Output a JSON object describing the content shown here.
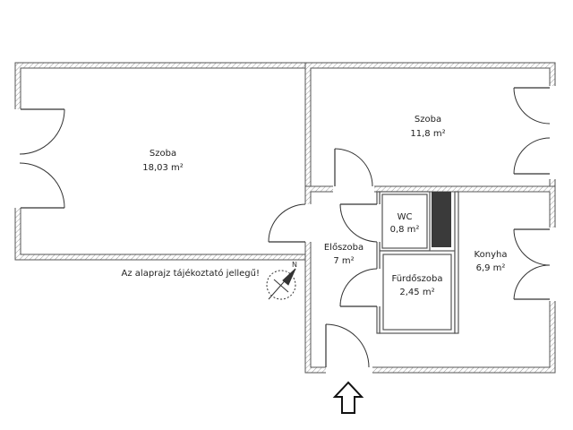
{
  "rooms": {
    "szoba_left": {
      "name": "Szoba",
      "area": "18,03 m²"
    },
    "szoba_right": {
      "name": "Szoba",
      "area": "11,8 m²"
    },
    "wc": {
      "name": "WC",
      "area": "0,8 m²"
    },
    "eloszoba": {
      "name": "Előszoba",
      "area": "7 m²"
    },
    "konyha": {
      "name": "Konyha",
      "area": "6,9 m²"
    },
    "furdoszoba": {
      "name": "Fürdőszoba",
      "area": "2,45 m²"
    }
  },
  "note": "Az alaprajz tájékoztató jellegű!",
  "colors": {
    "wall": "#555555",
    "shaft": "#3a3a3a",
    "line": "#333333"
  },
  "icons": {
    "entrance": "entrance-arrow-icon",
    "north": "north-arrow-icon"
  }
}
